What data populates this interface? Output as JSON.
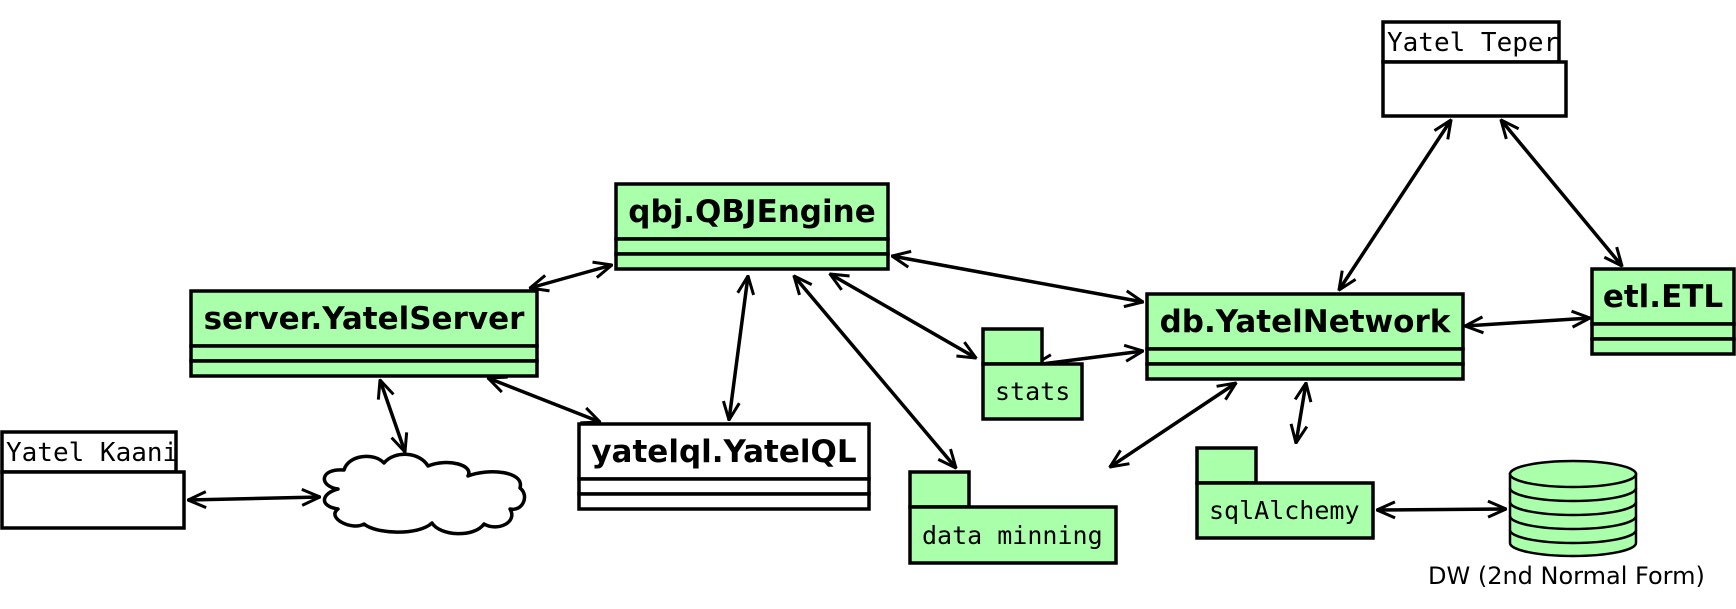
{
  "colors": {
    "fill": "#aaffaa",
    "stroke": "#000000",
    "background": "#ffffff"
  },
  "classes": {
    "qbj": "qbj.QBJEngine",
    "server": "server.YatelServer",
    "yatelql": "yatelql.YatelQL",
    "network": "db.YatelNetwork",
    "etl": "etl.ETL"
  },
  "actors": {
    "teper": "Yatel Teper",
    "kaani": "Yatel Kaani"
  },
  "packages": {
    "stats": "stats",
    "data_minning": "data minning",
    "sqlalchemy": "sqlAlchemy"
  },
  "database": {
    "label": "DW (2nd Normal Form)"
  },
  "icons": {
    "cloud": "cloud-icon",
    "database": "database-cylinder-icon"
  }
}
